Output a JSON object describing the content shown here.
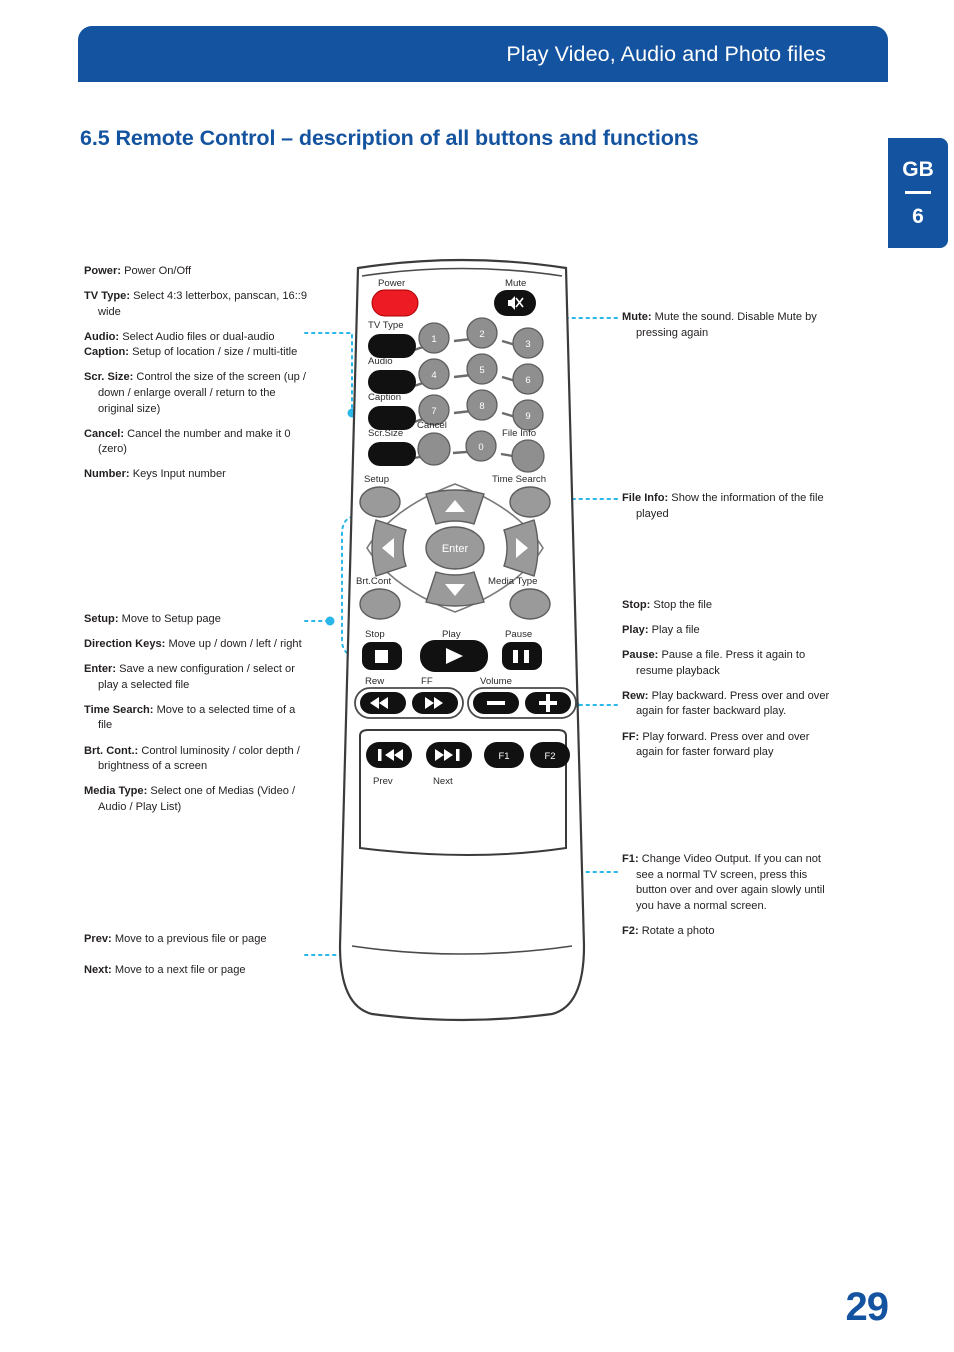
{
  "header": {
    "title": "Play Video, Audio and Photo files"
  },
  "chapter_tab": {
    "language": "GB",
    "chapter": "6"
  },
  "section": {
    "heading": "6.5 Remote Control – description of all buttons and functions"
  },
  "page_number": "29",
  "colors": {
    "brand_blue": "#14539f",
    "leader_cyan": "#29b6e8",
    "power_red": "#ed1c24",
    "button_black": "#1a1a1a",
    "button_gray": "#8c8c8c"
  },
  "left_column": [
    {
      "id": "power",
      "term": "Power:",
      "text": " Power On/Off"
    },
    {
      "id": "tv-type",
      "term": "TV Type:",
      "text": " Select 4:3 letterbox, panscan, 16::9 wide"
    },
    {
      "id": "audio",
      "term": "Audio:",
      "text": " Select Audio files or dual-audio"
    },
    {
      "id": "caption",
      "term": "Caption:",
      "text": " Setup of location / size / multi-title"
    },
    {
      "id": "scr-size",
      "term": "Scr. Size:",
      "text": " Control the size of the screen (up / down / enlarge overall / return to the original size)"
    },
    {
      "id": "cancel",
      "term": "Cancel:",
      "text": " Cancel the number and make it 0 (zero)"
    },
    {
      "id": "number",
      "term": "Number:",
      "text": " Keys Input number"
    }
  ],
  "left_column_2": [
    {
      "id": "setup",
      "term": "Setup:",
      "text": " Move to Setup page"
    },
    {
      "id": "direction-keys",
      "term": "Direction Keys:",
      "text": " Move up / down / left / right"
    },
    {
      "id": "enter",
      "term": "Enter:",
      "text": " Save a new configuration / select or play a selected file"
    },
    {
      "id": "time-search",
      "term": "Time Search:",
      "text": " Move to a selected time of a file"
    },
    {
      "id": "brt-cont",
      "term": "Brt. Cont.:",
      "text": " Control luminosity / color depth / brightness of a screen"
    },
    {
      "id": "media-type",
      "term": "Media Type:",
      "text": " Select one of Medias (Video / Audio / Play List)"
    }
  ],
  "left_column_3": [
    {
      "id": "prev",
      "term": "Prev:",
      "text": " Move to a previous file or page"
    },
    {
      "id": "next",
      "term": "Next:",
      "text": " Move to a next file or page"
    }
  ],
  "right_column_1": [
    {
      "id": "mute",
      "term": "Mute:",
      "text": " Mute the sound. Disable Mute by pressing again"
    }
  ],
  "right_column_2": [
    {
      "id": "file-info",
      "term": "File Info:",
      "text": " Show the information of the file played"
    }
  ],
  "right_column_3": [
    {
      "id": "stop",
      "term": "Stop:",
      "text": " Stop the file"
    },
    {
      "id": "play",
      "term": "Play:",
      "text": " Play a file"
    },
    {
      "id": "pause",
      "term": "Pause:",
      "text": " Pause a file. Press it again to resume playback"
    },
    {
      "id": "rew",
      "term": "Rew:",
      "text": " Play backward. Press over and over again for faster backward play."
    },
    {
      "id": "ff",
      "term": "FF:",
      "text": " Play forward. Press over and over again for faster forward play"
    }
  ],
  "right_column_4": [
    {
      "id": "f1",
      "term": "F1:",
      "text": " Change Video Output. If you can not see a normal TV screen, press this button over and over again slowly until you have a normal screen."
    },
    {
      "id": "f2",
      "term": "F2:",
      "text": " Rotate a photo"
    }
  ],
  "remote": {
    "labels": {
      "power": "Power",
      "mute": "Mute",
      "tv_type": "TV Type",
      "audio": "Audio",
      "caption": "Caption",
      "scr_size": "Scr.Size",
      "cancel": "Cancel",
      "file_info": "File Info",
      "setup": "Setup",
      "time_search": "Time Search",
      "brt_cont": "Brt.Cont",
      "media_type": "Media Type",
      "enter": "Enter",
      "stop": "Stop",
      "play": "Play",
      "pause": "Pause",
      "rew": "Rew",
      "ff": "FF",
      "volume": "Volume",
      "prev": "Prev",
      "next": "Next",
      "f1": "F1",
      "f2": "F2"
    },
    "keypad": [
      "1",
      "2",
      "3",
      "4",
      "5",
      "6",
      "7",
      "8",
      "9",
      "0"
    ]
  }
}
